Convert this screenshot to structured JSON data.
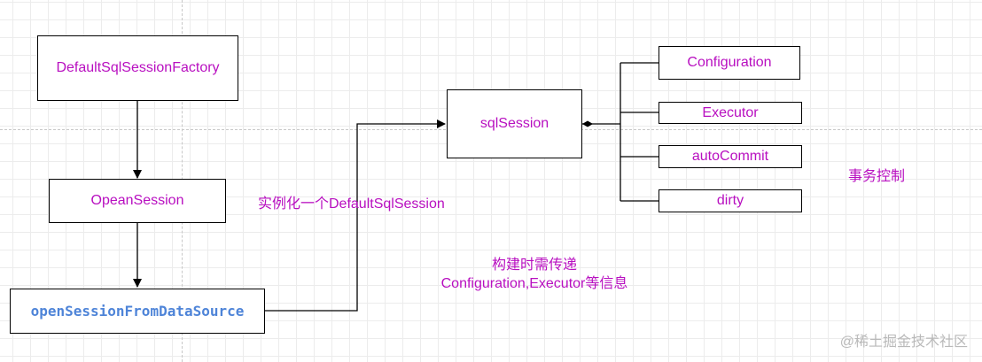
{
  "nodes": {
    "factory": "DefaultSqlSessionFactory",
    "open_session": "OpeanSession",
    "open_from_ds": "openSessionFromDataSource",
    "sql_session": "sqlSession",
    "configuration": "Configuration",
    "executor": "Executor",
    "auto_commit": "autoCommit",
    "dirty": "dirty"
  },
  "labels": {
    "instantiate": "实例化一个DefaultSqlSession",
    "build_line1": "构建时需传递",
    "build_line2": "Configuration,Executor等信息",
    "transaction": "事务控制"
  },
  "watermark": "@稀土掘金技术社区",
  "colors": {
    "text": "#b80fc0",
    "code_text": "#4e84d8",
    "stroke": "#000000"
  }
}
